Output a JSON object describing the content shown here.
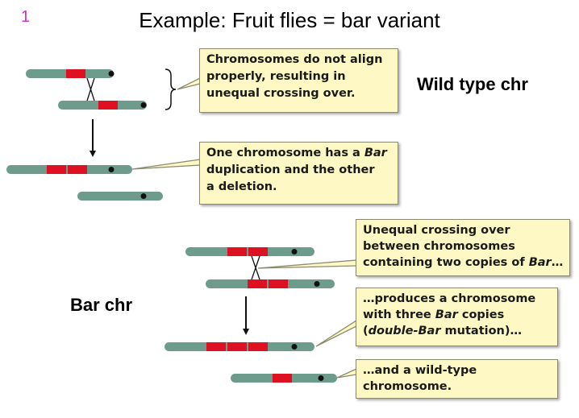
{
  "slide": {
    "number": "1",
    "title": "Example: Fruit flies = bar variant"
  },
  "labels": {
    "wild_type": "Wild type chr",
    "bar": "Bar chr"
  },
  "callouts": {
    "c1": {
      "line1": "Chromosomes do not align",
      "line2": "properly, resulting in",
      "line3": "unequal crossing over."
    },
    "c2": {
      "line1_a": "One chromosome has a ",
      "line1_em": "Bar",
      "line2": "duplication and the other",
      "line3": "a deletion."
    },
    "c3": {
      "line1": "Unequal crossing over",
      "line2": "between chromosomes",
      "line3_a": "containing two copies of ",
      "line3_em": "Bar",
      "line3_b": "…"
    },
    "c4": {
      "line1": "…produces a chromosome",
      "line2_a": "with three ",
      "line2_em": "Bar",
      "line2_b": " copies",
      "line3_a": "(",
      "line3_em": "double-Bar",
      "line3_b": " mutation)…"
    },
    "c5": {
      "line1": "…and a wild-type",
      "line2": "chromosome."
    }
  },
  "colors": {
    "chromosome": "#6e9c8c",
    "bar_region": "#dd1122",
    "centromere": "#111111",
    "callout_bg": "#fdf8c4"
  }
}
